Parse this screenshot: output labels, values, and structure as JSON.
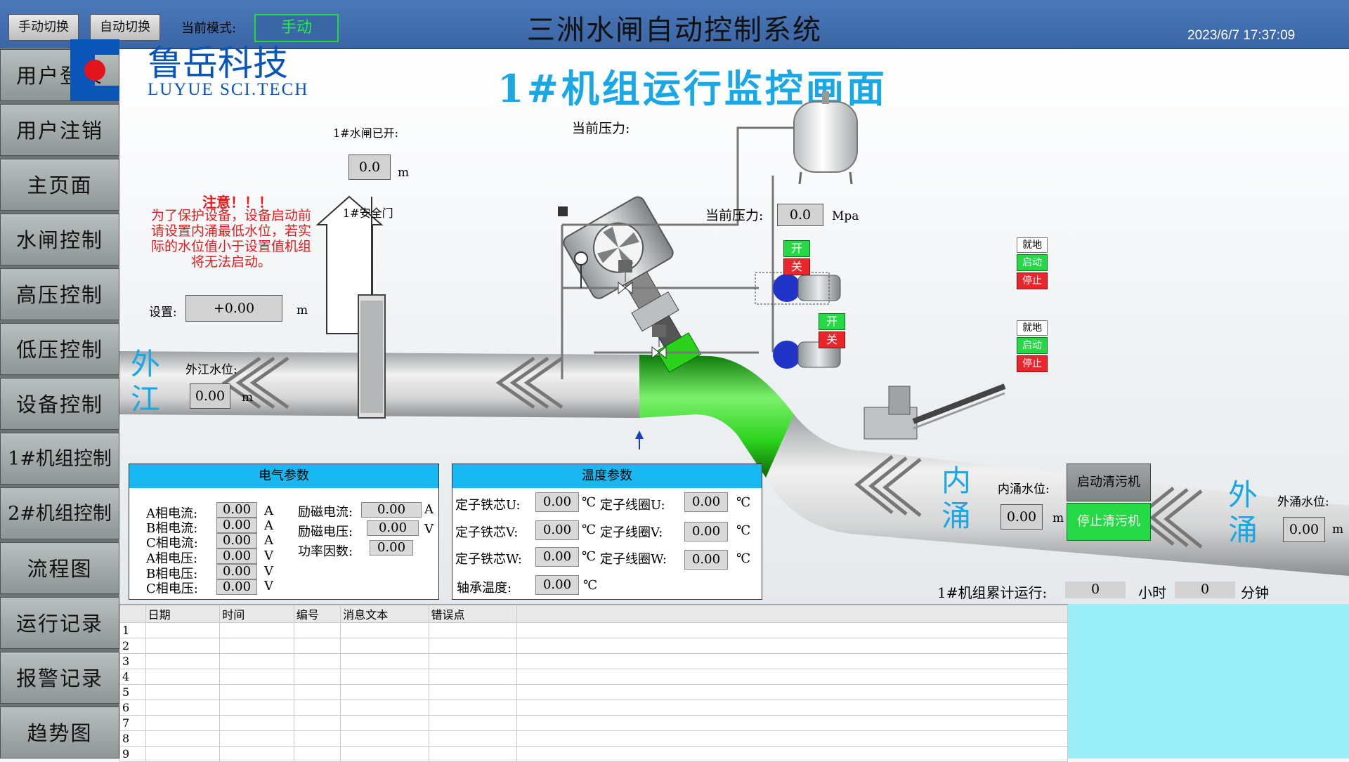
{
  "topbar": {
    "manual_switch": "手动切换",
    "auto_switch": "自动切换",
    "mode_label": "当前模式:",
    "mode_value": "手动",
    "system_title": "三洲水闸自动控制系统",
    "datetime": "2023/6/7 17:37:09"
  },
  "logo": {
    "name_cn": "鲁岳科技",
    "name_en": "LUYUE SCI.TECH"
  },
  "sidebar": {
    "items": [
      {
        "label": "用户登录"
      },
      {
        "label": "用户注销"
      },
      {
        "label": "主页面"
      },
      {
        "label": "水闸控制"
      },
      {
        "label": "高压控制"
      },
      {
        "label": "低压控制"
      },
      {
        "label": "设备控制"
      },
      {
        "label": "1#机组控制"
      },
      {
        "label": "2#机组控制"
      },
      {
        "label": "流程图"
      },
      {
        "label": "运行记录"
      },
      {
        "label": "报警记录"
      },
      {
        "label": "趋势图"
      }
    ]
  },
  "screen": {
    "title": "1#机组运行监控画面",
    "pressure_label_top": "当前压力:",
    "gate_open_label": "1#水闸已开:",
    "gate_open_value": "0.0",
    "gate_open_unit": "m",
    "safety_gate_label": "1#安全门",
    "warning_title": "注意！！！",
    "warning_text": "为了保护设备，设备启动前请设置内涌最低水位，若实际的水位值小于设置值机组将无法启动。",
    "setpoint_label": "设置:",
    "setpoint_value": "+0.00",
    "setpoint_unit": "m",
    "outer_river_big": "外江",
    "outer_river_level_label": "外江水位:",
    "outer_river_level_value": "0.00",
    "outer_river_level_unit": "m",
    "pressure_label": "当前压力:",
    "pressure_value": "0.0",
    "pressure_unit": "Mpa",
    "valve1_open": "开",
    "valve1_close": "关",
    "valve2_open": "开",
    "valve2_close": "关",
    "pump1_local": "就地",
    "pump1_start": "启动",
    "pump1_stop": "停止",
    "pump2_local": "就地",
    "pump2_start": "启动",
    "pump2_stop": "停止",
    "inner_big": "内涌",
    "inner_level_label": "内涌水位:",
    "inner_level_value": "0.00",
    "inner_level_unit": "m",
    "start_cleaner": "启动清污机",
    "stop_cleaner": "停止清污机",
    "outer_big": "外涌",
    "outer_level_label": "外涌水位:",
    "outer_level_value": "0.00",
    "outer_level_unit": "m",
    "runtime_label": "1#机组累计运行:",
    "runtime_hours": "0",
    "runtime_hours_unit": "小时",
    "runtime_minutes": "0",
    "runtime_minutes_unit": "分钟"
  },
  "electrical": {
    "title": "电气参数",
    "rows_left": [
      {
        "label": "A相电流:",
        "value": "0.00",
        "unit": "A"
      },
      {
        "label": "B相电流:",
        "value": "0.00",
        "unit": "A"
      },
      {
        "label": "C相电流:",
        "value": "0.00",
        "unit": "A"
      },
      {
        "label": "A相电压:",
        "value": "0.00",
        "unit": "V"
      },
      {
        "label": "B相电压:",
        "value": "0.00",
        "unit": "V"
      },
      {
        "label": "C相电压:",
        "value": "0.00",
        "unit": "V"
      }
    ],
    "rows_right": [
      {
        "label": "励磁电流:",
        "value": "0.00",
        "unit": "A"
      },
      {
        "label": "励磁电压:",
        "value": "0.00",
        "unit": "V"
      },
      {
        "label": "功率因数:",
        "value": "0.00",
        "unit": ""
      }
    ]
  },
  "temperature": {
    "title": "温度参数",
    "rows": [
      {
        "label": "定子铁芯U:",
        "value": "0.00",
        "unit": "℃",
        "label2": "定子线圈U:",
        "value2": "0.00",
        "unit2": "℃"
      },
      {
        "label": "定子铁芯V:",
        "value": "0.00",
        "unit": "℃",
        "label2": "定子线圈V:",
        "value2": "0.00",
        "unit2": "℃"
      },
      {
        "label": "定子铁芯W:",
        "value": "0.00",
        "unit": "℃",
        "label2": "定子线圈W:",
        "value2": "0.00",
        "unit2": "℃"
      }
    ],
    "bearing_label": "轴承温度:",
    "bearing_value": "0.00",
    "bearing_unit": "℃"
  },
  "grid": {
    "headers": [
      "日期",
      "时间",
      "编号",
      "消息文本",
      "错误点"
    ],
    "row_numbers": [
      "1",
      "2",
      "3",
      "4",
      "5",
      "6",
      "7",
      "8",
      "9"
    ]
  },
  "colors": {
    "title_blue": "#1aa7e6",
    "warning_red": "#e31b1b",
    "header_cyan": "#18b8f2",
    "pipe_green": "#2bd31d"
  }
}
